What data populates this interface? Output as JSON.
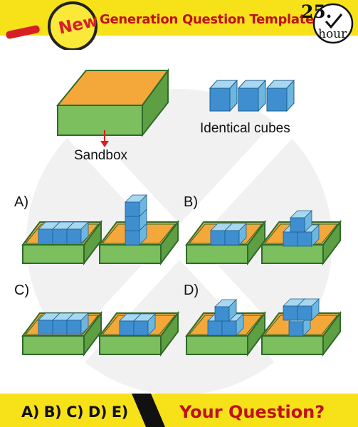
{
  "header": {
    "badge": "New",
    "title": "Generation Question Template",
    "clock_number": "25.",
    "clock_unit": "hour"
  },
  "figure": {
    "sandbox_label": "Sandbox",
    "cubes_label": "Identical cubes"
  },
  "options": [
    {
      "label": "A)"
    },
    {
      "label": "B)"
    },
    {
      "label": "C)"
    },
    {
      "label": "D)"
    }
  ],
  "footer": {
    "answers": "A) B) C) D) E)",
    "prompt": "Your Question?"
  },
  "colors": {
    "yellow": "#f7e21a",
    "sand": "#f4a83a",
    "box_green": "#7bbf5e",
    "box_dark": "#2f6a2a",
    "cube_front": "#3f8fd0",
    "cube_top": "#a8d8ef",
    "cube_side": "#6db6df",
    "title_red": "#c0101a"
  }
}
